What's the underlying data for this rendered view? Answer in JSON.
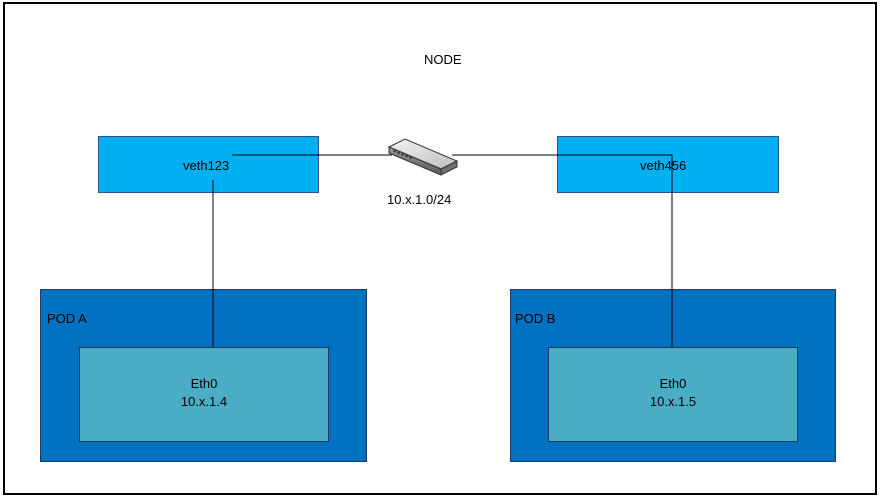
{
  "node": {
    "label": "NODE"
  },
  "bridge": {
    "icon": "network-switch-icon",
    "subnet": "10.x.1.0/24"
  },
  "veth_left": {
    "label": "veth123"
  },
  "veth_right": {
    "label": "veth456"
  },
  "pod_a": {
    "label": "POD A",
    "eth_name": "Eth0",
    "eth_ip": "10.x.1.4"
  },
  "pod_b": {
    "label": "POD B",
    "eth_name": "Eth0",
    "eth_ip": "10.x.1.5"
  },
  "colors": {
    "veth_fill": "#00b0f0",
    "pod_fill": "#0070c0",
    "eth_fill": "#4bacc6",
    "line": "#000000"
  }
}
